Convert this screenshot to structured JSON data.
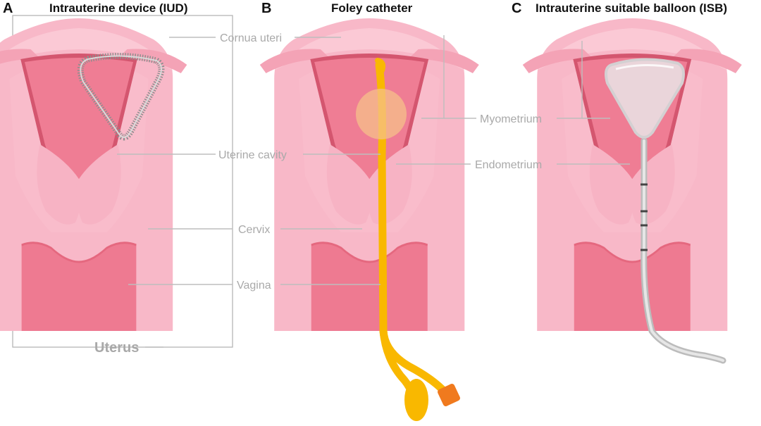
{
  "panels": [
    {
      "letter": "A",
      "title": "Intrauterine device (IUD)"
    },
    {
      "letter": "B",
      "title": "Foley catheter"
    },
    {
      "letter": "C",
      "title": "Intrauterine suitable balloon (ISB)"
    }
  ],
  "labels": {
    "cornua_uteri": "Cornua uteri",
    "myometrium": "Myometrium",
    "uterine_cavity": "Uterine cavity",
    "endometrium": "Endometrium",
    "cervix": "Cervix",
    "vagina": "Vagina",
    "uterus": "Uterus"
  },
  "colors": {
    "outer_tissue": "#f8b8c8",
    "outer_light": "#fbc9d5",
    "myometrium": "#f4a3b6",
    "endometrium": "#d4566f",
    "cavity": "#ef7d94",
    "vagina": "#ee7a91",
    "label_gray": "#a9a9a9",
    "leader_gray": "#bdbdbd",
    "iud_coil": "#8f8f8f",
    "foley": "#f9b800",
    "foley_balloon": "#f6c08a",
    "foley_valve": "#f07a1e",
    "isb_balloon": "#e9e4e6",
    "isb_tube": "#cfcfcf"
  },
  "icons": [
    "uterus-illustration",
    "iud-coil-icon",
    "foley-catheter-icon",
    "isb-balloon-icon"
  ]
}
